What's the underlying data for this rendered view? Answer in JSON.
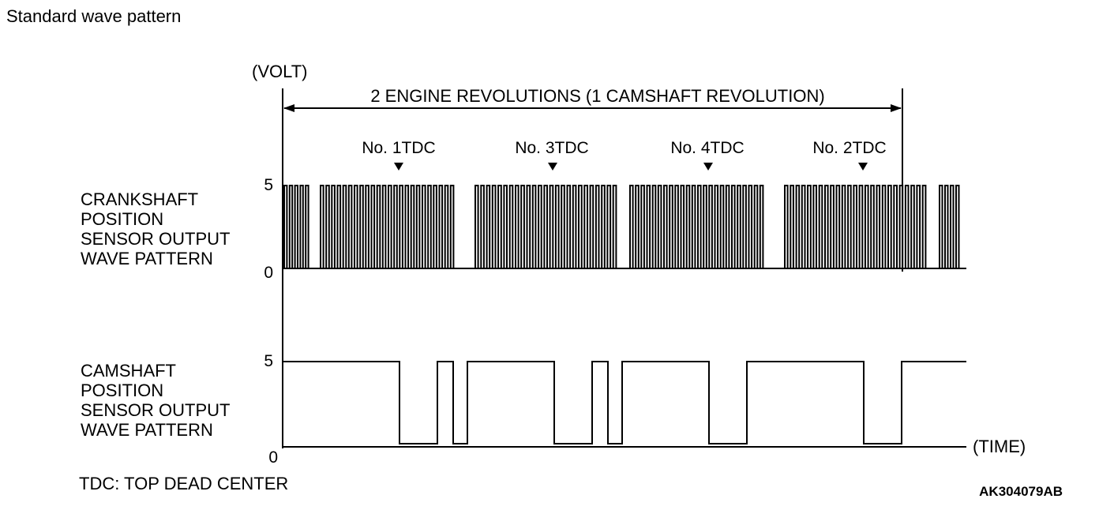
{
  "page_title": "Standard wave pattern",
  "y_unit": "(VOLT)",
  "x_unit": "(TIME)",
  "span_label": "2 ENGINE REVOLUTIONS (1 CAMSHAFT REVOLUTION)",
  "tdc_markers": [
    "No. 1TDC",
    "No. 3TDC",
    "No. 4TDC",
    "No. 2TDC"
  ],
  "crank": {
    "label_lines": [
      "CRANKSHAFT",
      "POSITION",
      "SENSOR OUTPUT",
      "WAVE PATTERN"
    ],
    "tick_high": "5",
    "tick_low": "0"
  },
  "cam": {
    "label_lines": [
      "CAMSHAFT",
      "POSITION",
      "SENSOR OUTPUT",
      "WAVE PATTERN"
    ],
    "tick_high": "5",
    "tick_low": "0"
  },
  "legend_note": "TDC: TOP DEAD CENTER",
  "figure_code": "AK304079AB"
}
